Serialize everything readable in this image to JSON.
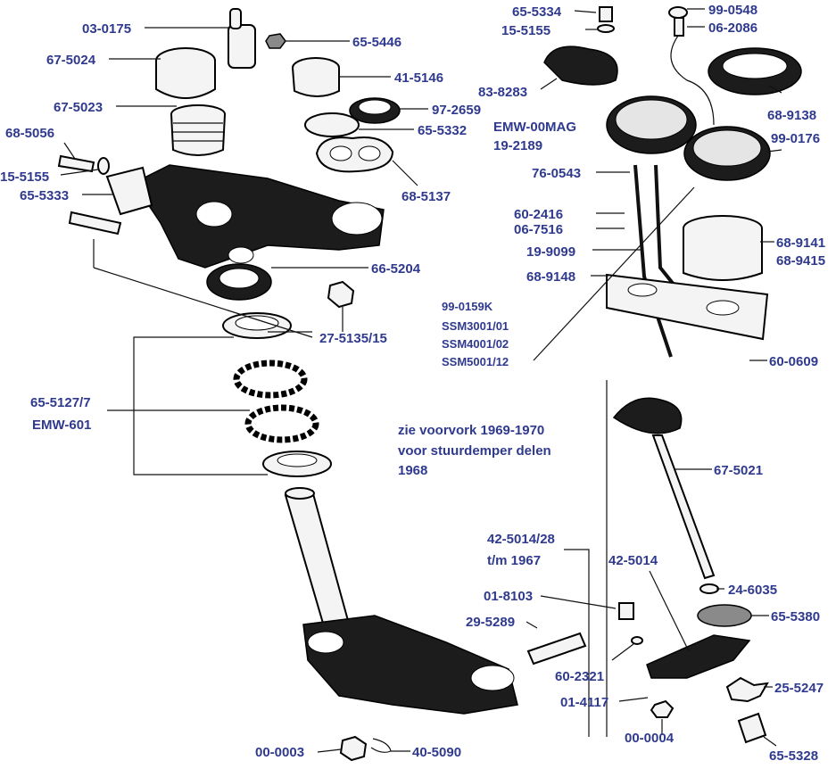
{
  "labels": {
    "p1": "03-0175",
    "p2": "67-5024",
    "p3": "67-5023",
    "p4": "68-5056",
    "p5": "15-5155",
    "p6": "65-5333",
    "p7": "65-5446",
    "p8": "41-5146",
    "p9": "97-2659",
    "p10": "65-5332",
    "p11": "68-5137",
    "p12": "66-5204",
    "p13": "27-5135/15",
    "p14": "65-5127/7",
    "p15": "EMW-601",
    "p16": "65-5334",
    "p17": "15-5155",
    "p18": "83-8283",
    "p19": "EMW-00MAG",
    "p20": "19-2189",
    "p21": "99-0548",
    "p22": "06-2086",
    "p23": "68-9138",
    "p24": "99-0176",
    "p25": "76-0543",
    "p26": "60-2416",
    "p27": "06-7516",
    "p28": "19-9099",
    "p29": "68-9148",
    "p30": "68-9141",
    "p31": "68-9415",
    "p32": "60-0609",
    "p33": "99-0159K",
    "p34": "SSM3001/01",
    "p35": "SSM4001/02",
    "p36": "SSM5001/12",
    "p37": "67-5021",
    "p38": "42-5014/28",
    "p39": "t/m 1967",
    "p40": "42-5014",
    "p41": "01-8103",
    "p42": "29-5289",
    "p43": "24-6035",
    "p44": "65-5380",
    "p45": "60-2321",
    "p46": "25-5247",
    "p47": "01-4117",
    "p48": "00-0004",
    "p49": "65-5328",
    "p50": "00-0003",
    "p51": "40-5090"
  },
  "note": {
    "line1": "zie voorvork 1969-1970",
    "line2": "voor stuurdemper delen",
    "line3": "1968"
  },
  "colors": {
    "label": "#2f3a8f",
    "ink": "#1c1c1c"
  }
}
